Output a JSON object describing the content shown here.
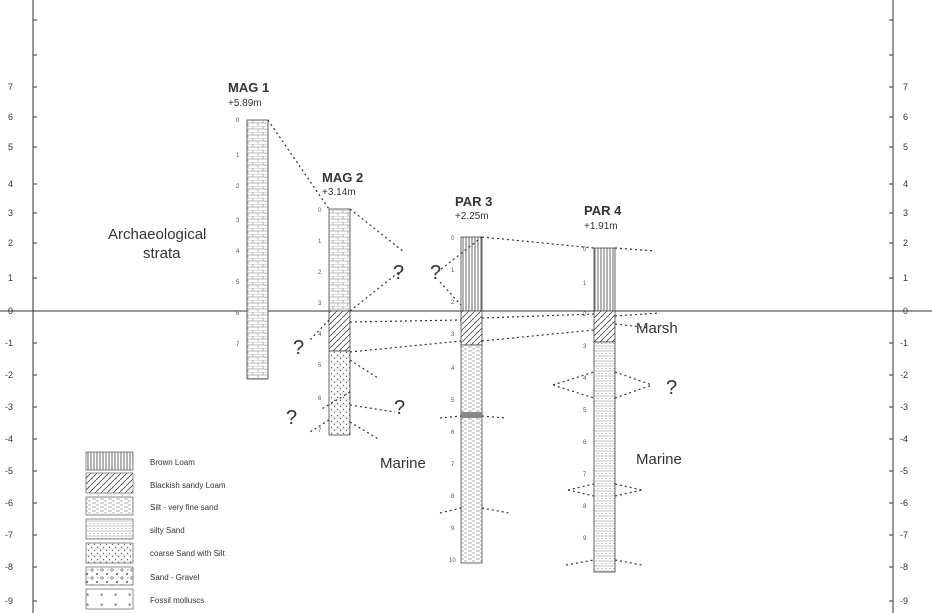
{
  "axis": {
    "left_ticks": [
      "7",
      "6",
      "5",
      "4",
      "3",
      "2",
      "1",
      "0",
      "-1",
      "-2",
      "-3",
      "-4",
      "-5",
      "-6",
      "-7",
      "-8",
      "-9"
    ],
    "right_ticks": [
      "7",
      "6",
      "5",
      "4",
      "3",
      "2",
      "1",
      "0",
      "-1",
      "-2",
      "-3",
      "-4",
      "-5",
      "-6",
      "-7",
      "-8",
      "-9"
    ]
  },
  "cores": [
    {
      "id": "mag1",
      "title": "MAG 1",
      "elevation": "+5.89m"
    },
    {
      "id": "mag2",
      "title": "MAG 2",
      "elevation": "+3.14m"
    },
    {
      "id": "par3",
      "title": "PAR 3",
      "elevation": "+2.25m"
    },
    {
      "id": "par4",
      "title": "PAR 4",
      "elevation": "+1.91m"
    }
  ],
  "labels": {
    "archaeological_1": "Archaeological",
    "archaeological_2": "strata",
    "marine_left": "Marine",
    "marine_right": "Marine",
    "marsh": "Marsh",
    "question": "?"
  },
  "legend": [
    {
      "id": "brown-loam",
      "label": "Brown Loam"
    },
    {
      "id": "blackish-sandy-loam",
      "label": "Blackish sandy Loam"
    },
    {
      "id": "silt",
      "label": "Silt - very fine sand"
    },
    {
      "id": "silty-sand",
      "label": "silty  Sand"
    },
    {
      "id": "coarse-sand",
      "label": "coarse Sand with Silt"
    },
    {
      "id": "sand-gravel",
      "label": "Sand - Gravel"
    },
    {
      "id": "fossil-molluscs",
      "label": "Fossil  molluscs"
    }
  ]
}
